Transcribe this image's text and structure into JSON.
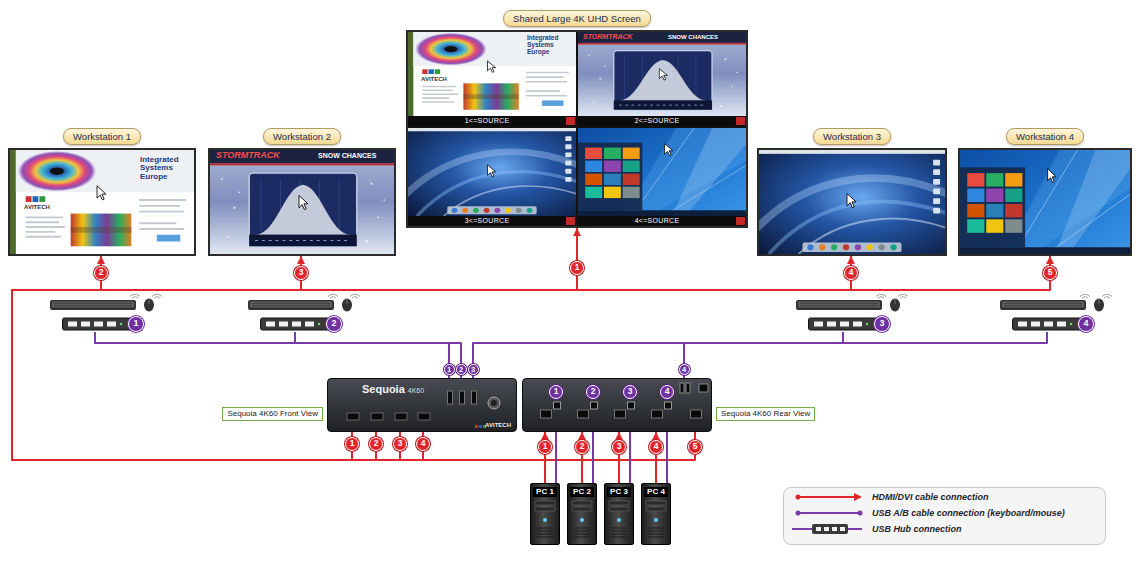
{
  "diagram": {
    "nodes": [
      {
        "text": [
          "Shared Large 4K UHD Screen"
        ]
      },
      {
        "text": [
          "Workstation 1"
        ]
      },
      {
        "text": [
          "Workstation 2"
        ]
      },
      {
        "text": [
          "Workstation 3"
        ]
      },
      {
        "text": [
          "Workstation 4"
        ]
      },
      {
        "text": [
          "1"
        ]
      },
      {
        "text": [
          "2"
        ]
      },
      {
        "text": [
          "3"
        ]
      },
      {
        "text": [
          "4"
        ]
      },
      {
        "text": [
          "Sequoia 4K60 Front View",
          "Sequoia",
          "4K60",
          "AVITECH"
        ]
      },
      {
        "text": [
          "Sequoia 4K60 Rear View"
        ]
      },
      {
        "text": [
          "PC 1"
        ]
      },
      {
        "text": [
          "PC 2"
        ]
      },
      {
        "text": [
          "PC 3"
        ]
      },
      {
        "text": [
          "PC 4"
        ]
      }
    ],
    "edges": [
      {
        "from": 9,
        "to": 0,
        "arrow": "to",
        "label": "1"
      },
      {
        "from": 9,
        "to": 1,
        "arrow": "to",
        "label": "2"
      },
      {
        "from": 9,
        "to": 2,
        "arrow": "to",
        "label": "3"
      },
      {
        "from": 9,
        "to": 3,
        "arrow": "to",
        "label": "4"
      },
      {
        "from": 10,
        "to": 4,
        "arrow": "to",
        "label": "5"
      },
      {
        "from": 5,
        "to": 9,
        "arrow": "none"
      },
      {
        "from": 6,
        "to": 9,
        "arrow": "none"
      },
      {
        "from": 7,
        "to": 9,
        "arrow": "none"
      },
      {
        "from": 8,
        "to": 10,
        "arrow": "none"
      },
      {
        "from": 11,
        "to": 10,
        "arrow": "to"
      },
      {
        "from": 12,
        "to": 10,
        "arrow": "to"
      },
      {
        "from": 13,
        "to": 10,
        "arrow": "to"
      },
      {
        "from": 14,
        "to": 10,
        "arrow": "to"
      },
      {
        "from": 11,
        "to": 10,
        "arrow": "none"
      },
      {
        "from": 12,
        "to": 10,
        "arrow": "none"
      },
      {
        "from": 13,
        "to": 10,
        "arrow": "none"
      },
      {
        "from": 14,
        "to": 10,
        "arrow": "none"
      }
    ],
    "labels": [
      "1<=SOURCE",
      "2<=SOURCE",
      "3<=SOURCE",
      "4<=SOURCE",
      "Integrated Systems Europe",
      "AVITECH",
      "STORMTRACK",
      "SNOW CHANCES",
      "Integrated Systems Europe",
      "AVITECH",
      "STORMTRACK",
      "SNOW CHANCES",
      "1",
      "2",
      "3",
      "4",
      "1",
      "2",
      "3",
      "4",
      "1",
      "2",
      "3",
      "4",
      "1",
      "2",
      "3",
      "4",
      "5"
    ],
    "legend": [
      {
        "text": "HDMI/DVI cable connection"
      },
      {
        "text": "USB A/B cable connection (keyboard/mouse)"
      },
      {
        "text": "USB Hub connection"
      }
    ]
  }
}
